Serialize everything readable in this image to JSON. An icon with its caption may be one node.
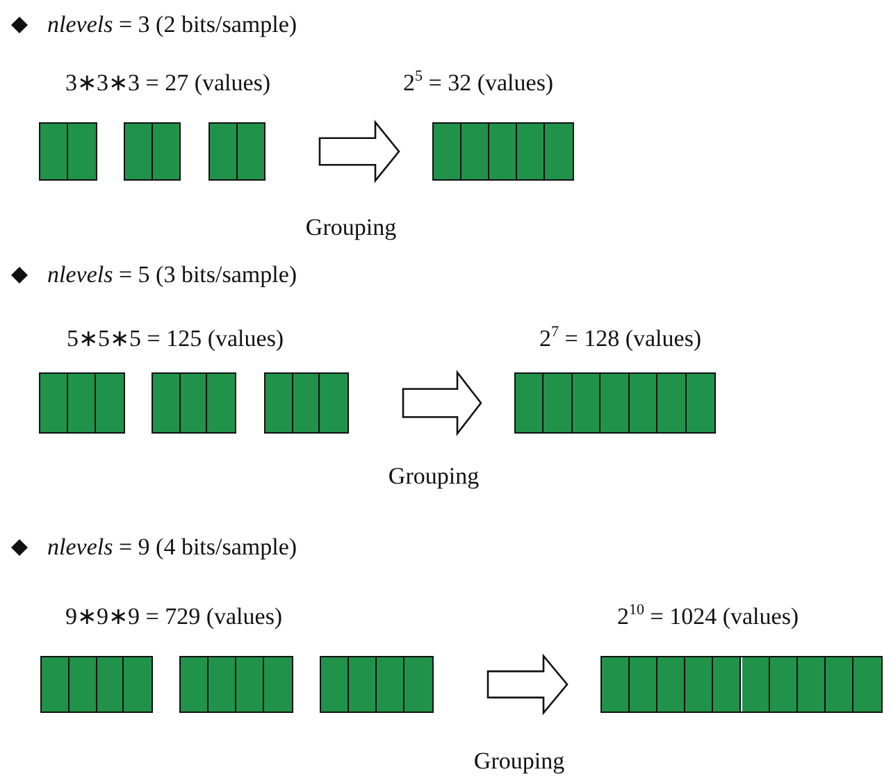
{
  "diagram": {
    "nodes": [
      {
        "text": [],
        "shape": "box"
      },
      {
        "text": [],
        "shape": "box",
        "in": 0
      },
      {
        "text": [],
        "shape": "box",
        "in": 0
      },
      {
        "text": [],
        "shape": "box"
      },
      {
        "text": [],
        "shape": "box",
        "in": 3
      },
      {
        "text": [],
        "shape": "box",
        "in": 3
      },
      {
        "text": [],
        "shape": "box"
      },
      {
        "text": [],
        "shape": "box",
        "in": 6
      },
      {
        "text": [],
        "shape": "box",
        "in": 6
      },
      {
        "text": [],
        "shape": "box"
      },
      {
        "text": [],
        "shape": "box",
        "in": 9
      },
      {
        "text": [],
        "shape": "box",
        "in": 9
      },
      {
        "text": [],
        "shape": "box",
        "in": 9
      },
      {
        "text": [],
        "shape": "box",
        "in": 9
      },
      {
        "text": [],
        "shape": "box",
        "in": 9
      },
      {
        "text": [],
        "shape": "box"
      },
      {
        "text": [],
        "shape": "box",
        "in": 15
      },
      {
        "text": [],
        "shape": "box",
        "in": 15
      },
      {
        "text": [],
        "shape": "box",
        "in": 15
      },
      {
        "text": [],
        "shape": "box"
      },
      {
        "text": [],
        "shape": "box",
        "in": 19
      },
      {
        "text": [],
        "shape": "box",
        "in": 19
      },
      {
        "text": [],
        "shape": "box",
        "in": 19
      },
      {
        "text": [],
        "shape": "box"
      },
      {
        "text": [],
        "shape": "box",
        "in": 23
      },
      {
        "text": [],
        "shape": "box",
        "in": 23
      },
      {
        "text": [],
        "shape": "box",
        "in": 23
      },
      {
        "text": [],
        "shape": "box"
      },
      {
        "text": [],
        "shape": "box",
        "in": 27
      },
      {
        "text": [],
        "shape": "box",
        "in": 27
      },
      {
        "text": [],
        "shape": "box",
        "in": 27
      },
      {
        "text": [],
        "shape": "box",
        "in": 27
      },
      {
        "text": [],
        "shape": "box",
        "in": 27
      },
      {
        "text": [],
        "shape": "box",
        "in": 27
      },
      {
        "text": [],
        "shape": "box",
        "in": 27
      },
      {
        "text": [],
        "shape": "box"
      },
      {
        "text": [],
        "shape": "box",
        "in": 35
      },
      {
        "text": [],
        "shape": "box",
        "in": 35
      },
      {
        "text": [],
        "shape": "box",
        "in": 35
      },
      {
        "text": [],
        "shape": "box",
        "in": 35
      },
      {
        "text": [],
        "shape": "box"
      },
      {
        "text": [],
        "shape": "box",
        "in": 40
      },
      {
        "text": [],
        "shape": "box",
        "in": 40
      },
      {
        "text": [],
        "shape": "box",
        "in": 40
      },
      {
        "text": [],
        "shape": "box",
        "in": 40
      },
      {
        "text": [],
        "shape": "box"
      },
      {
        "text": [],
        "shape": "box",
        "in": 45
      },
      {
        "text": [],
        "shape": "box",
        "in": 45
      },
      {
        "text": [],
        "shape": "box",
        "in": 45
      },
      {
        "text": [],
        "shape": "box",
        "in": 45
      },
      {
        "text": [],
        "shape": "box"
      },
      {
        "text": [],
        "shape": "box",
        "in": 50
      },
      {
        "text": [],
        "shape": "box",
        "in": 50
      },
      {
        "text": [],
        "shape": "box",
        "in": 50
      },
      {
        "text": [],
        "shape": "box",
        "in": 50
      },
      {
        "text": [],
        "shape": "box",
        "in": 50
      },
      {
        "text": [],
        "shape": "box",
        "in": 50
      },
      {
        "text": [],
        "shape": "box",
        "in": 50
      },
      {
        "text": [],
        "shape": "box",
        "in": 50
      },
      {
        "text": [],
        "shape": "box",
        "in": 50
      },
      {
        "text": [],
        "shape": "box",
        "in": 50
      }
    ],
    "edges": [
      {
        "from": 6,
        "to": 9,
        "arrow": "to",
        "label": "Grouping"
      },
      {
        "from": 23,
        "to": 27,
        "arrow": "to",
        "label": "Grouping"
      },
      {
        "from": 45,
        "to": 50,
        "arrow": "to",
        "label": "Grouping"
      }
    ],
    "labels": [
      "*nlevels* = 3 (2 bits/sample)",
      "3∗3∗3 = 27 (values)",
      "2$^{5}$ = 32 (values)",
      "*nlevels* = 5 (3 bits/sample)",
      "5∗5∗5 = 125 (values)",
      "2$^{7}$ = 128 (values)",
      "*nlevels* = 9 (4 bits/sample)",
      "9∗9∗9 = 729 (values)",
      "2$^{10}$ = 1024 (values)"
    ]
  }
}
